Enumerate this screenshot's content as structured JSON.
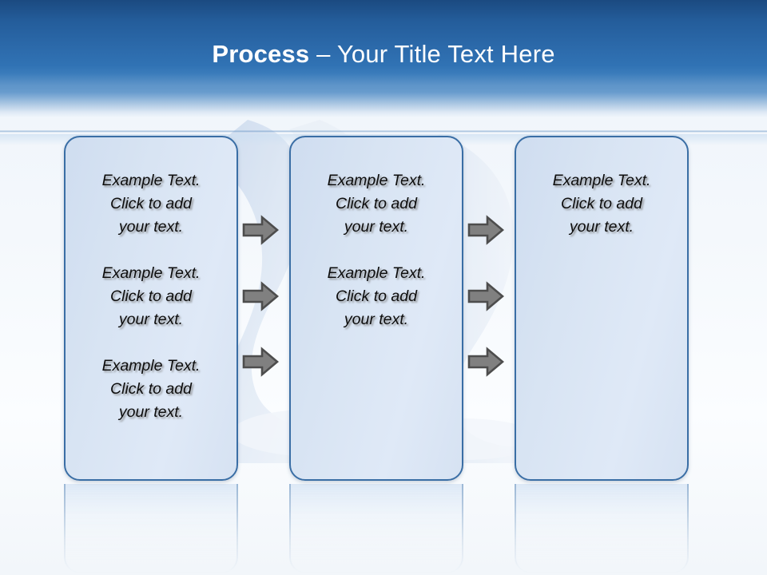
{
  "slide": {
    "title_strong": "Process",
    "title_rest": " – Your Title Text Here",
    "background_top_color": "#1b4a80",
    "background_mid_color": "#3276b8",
    "box_fill_color": "#dbe5f1",
    "box_border_color": "#3a6ea5",
    "arrow_fill_color": "#808080",
    "arrow_outline_color": "#4d4d4d",
    "text_color": "#0d0d0d"
  },
  "columns": [
    {
      "name": "step-1",
      "paragraphs": [
        "Example Text.\nClick  to add\nyour text.",
        "Example Text.\nClick  to add\nyour text.",
        "Example Text.\nClick  to add\nyour text."
      ]
    },
    {
      "name": "step-2",
      "paragraphs": [
        "Example Text.\nClick  to add\nyour text.",
        "Example Text.\nClick  to add\nyour text."
      ]
    },
    {
      "name": "step-3",
      "paragraphs": [
        "Example Text.\nClick  to add\nyour text."
      ]
    }
  ],
  "connectors": {
    "group_1_label": "right-arrow",
    "group_2_label": "right-arrow",
    "rows": 3
  }
}
